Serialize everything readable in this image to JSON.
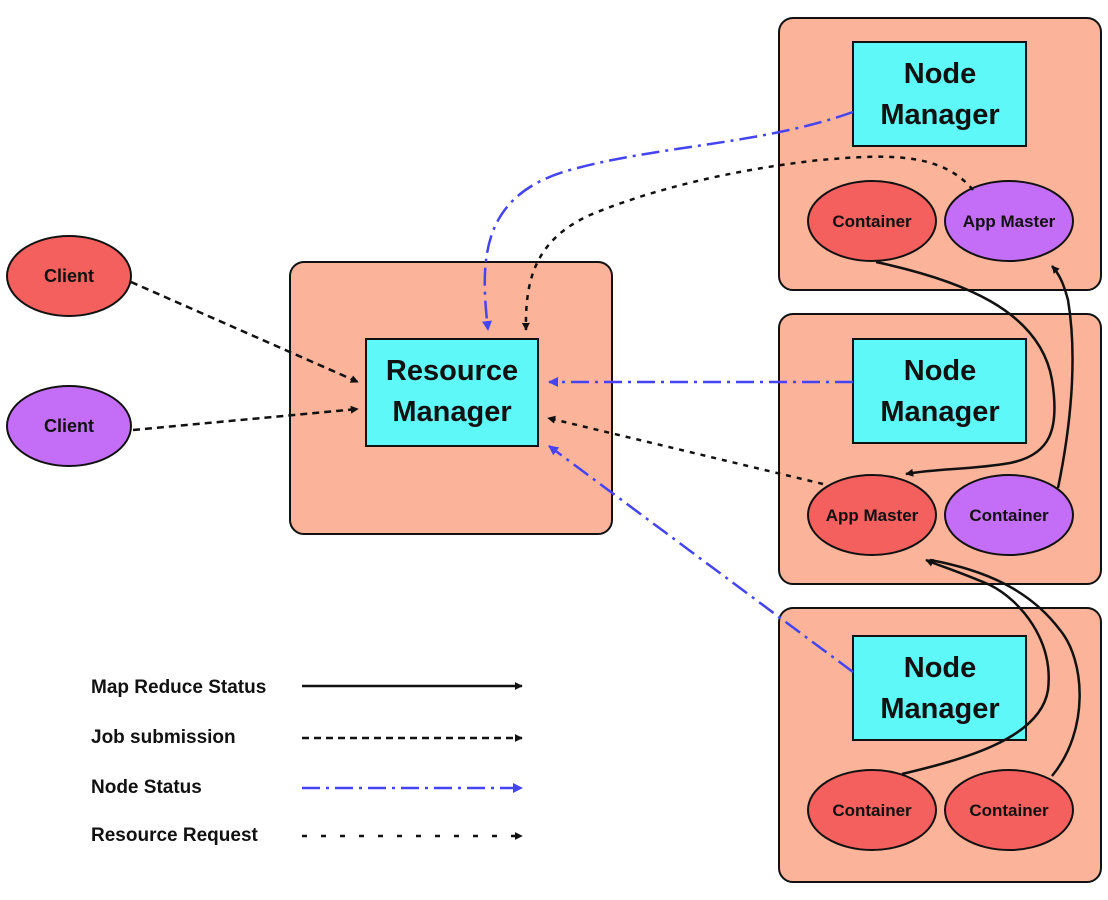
{
  "colors": {
    "host_fill": "#fbb39a",
    "manager_fill": "#5ff8f8",
    "red_node": "#f3605e",
    "purple_node": "#c46ef7",
    "node_status": "#4444f2",
    "black": "#111111"
  },
  "clients": [
    {
      "label": "Client",
      "color": "red"
    },
    {
      "label": "Client",
      "color": "purple"
    }
  ],
  "resource_manager": {
    "line1": "Resource",
    "line2": "Manager"
  },
  "node_managers": [
    {
      "line1": "Node",
      "line2": "Manager",
      "nodes": [
        {
          "label": "Container",
          "color": "red"
        },
        {
          "label": "App Master",
          "color": "purple"
        }
      ]
    },
    {
      "line1": "Node",
      "line2": "Manager",
      "nodes": [
        {
          "label": "App Master",
          "color": "red"
        },
        {
          "label": "Container",
          "color": "purple"
        }
      ]
    },
    {
      "line1": "Node",
      "line2": "Manager",
      "nodes": [
        {
          "label": "Container",
          "color": "red"
        },
        {
          "label": "Container",
          "color": "red"
        }
      ]
    }
  ],
  "legend": [
    {
      "label": "Map Reduce Status",
      "style": "solid"
    },
    {
      "label": "Job submission",
      "style": "dashed"
    },
    {
      "label": "Node Status",
      "style": "dash-dot"
    },
    {
      "label": "Resource Request",
      "style": "dotted"
    }
  ]
}
